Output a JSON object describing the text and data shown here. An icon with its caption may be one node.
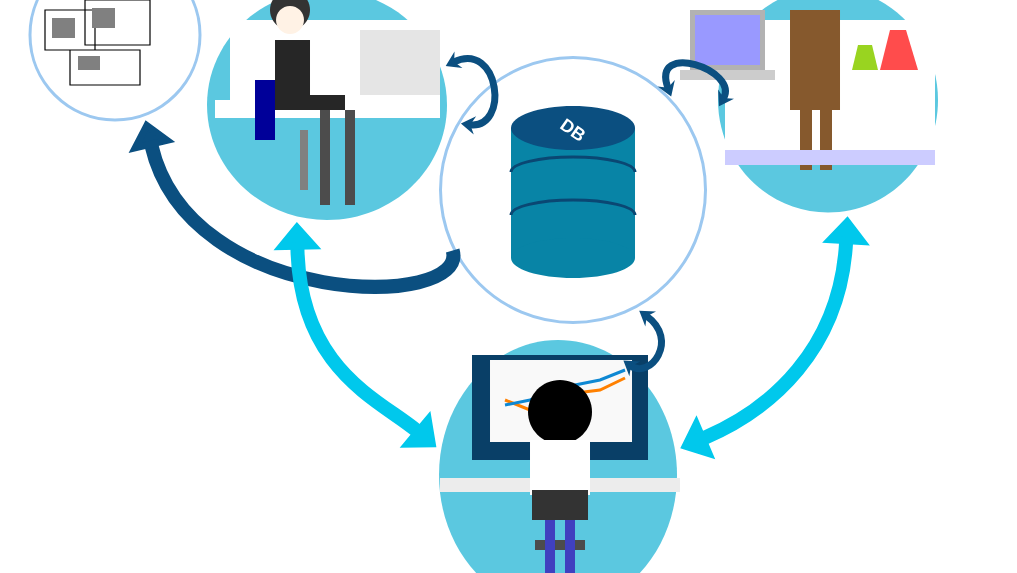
{
  "diagram": {
    "nodes": [
      {
        "text": [],
        "shape": "picture"
      },
      {
        "text": [],
        "shape": "picture"
      },
      {
        "text": [
          "DB"
        ]
      },
      {
        "text": [],
        "shape": "picture"
      },
      {
        "text": [],
        "shape": "picture"
      }
    ],
    "edges": [
      {
        "from": 2,
        "to": 0,
        "arrow": "to",
        "style": "thick"
      },
      {
        "from": 1,
        "to": 2,
        "arrow": "both"
      },
      {
        "from": 2,
        "to": 3,
        "arrow": "both"
      },
      {
        "from": 2,
        "to": 4,
        "arrow": "both"
      },
      {
        "from": 1,
        "to": 4,
        "arrow": "both",
        "style": "thick",
        "color": "#00c8ec"
      },
      {
        "from": 3,
        "to": 4,
        "arrow": "both",
        "style": "thick",
        "color": "#00c8ec"
      }
    ]
  }
}
